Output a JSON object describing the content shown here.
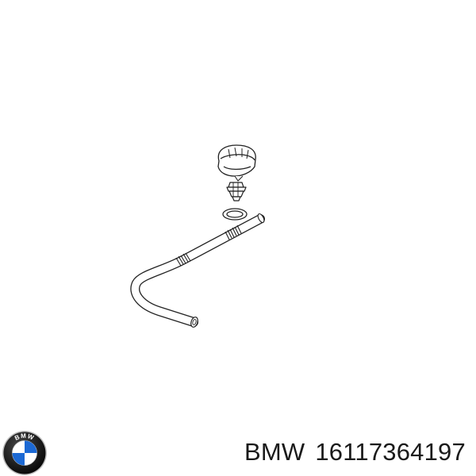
{
  "brand": {
    "name": "BMW",
    "logo_letters": "BMW",
    "logo_colors": {
      "blue": "#1c69d4",
      "black": "#111111",
      "white": "#ffffff"
    }
  },
  "caption": {
    "brand": "BMW",
    "part_number": "16117364197"
  },
  "diagram": {
    "parts": [
      "fuel-filler-cap",
      "cap-valve-insert",
      "o-ring-seal",
      "filler-vent-tube"
    ]
  }
}
